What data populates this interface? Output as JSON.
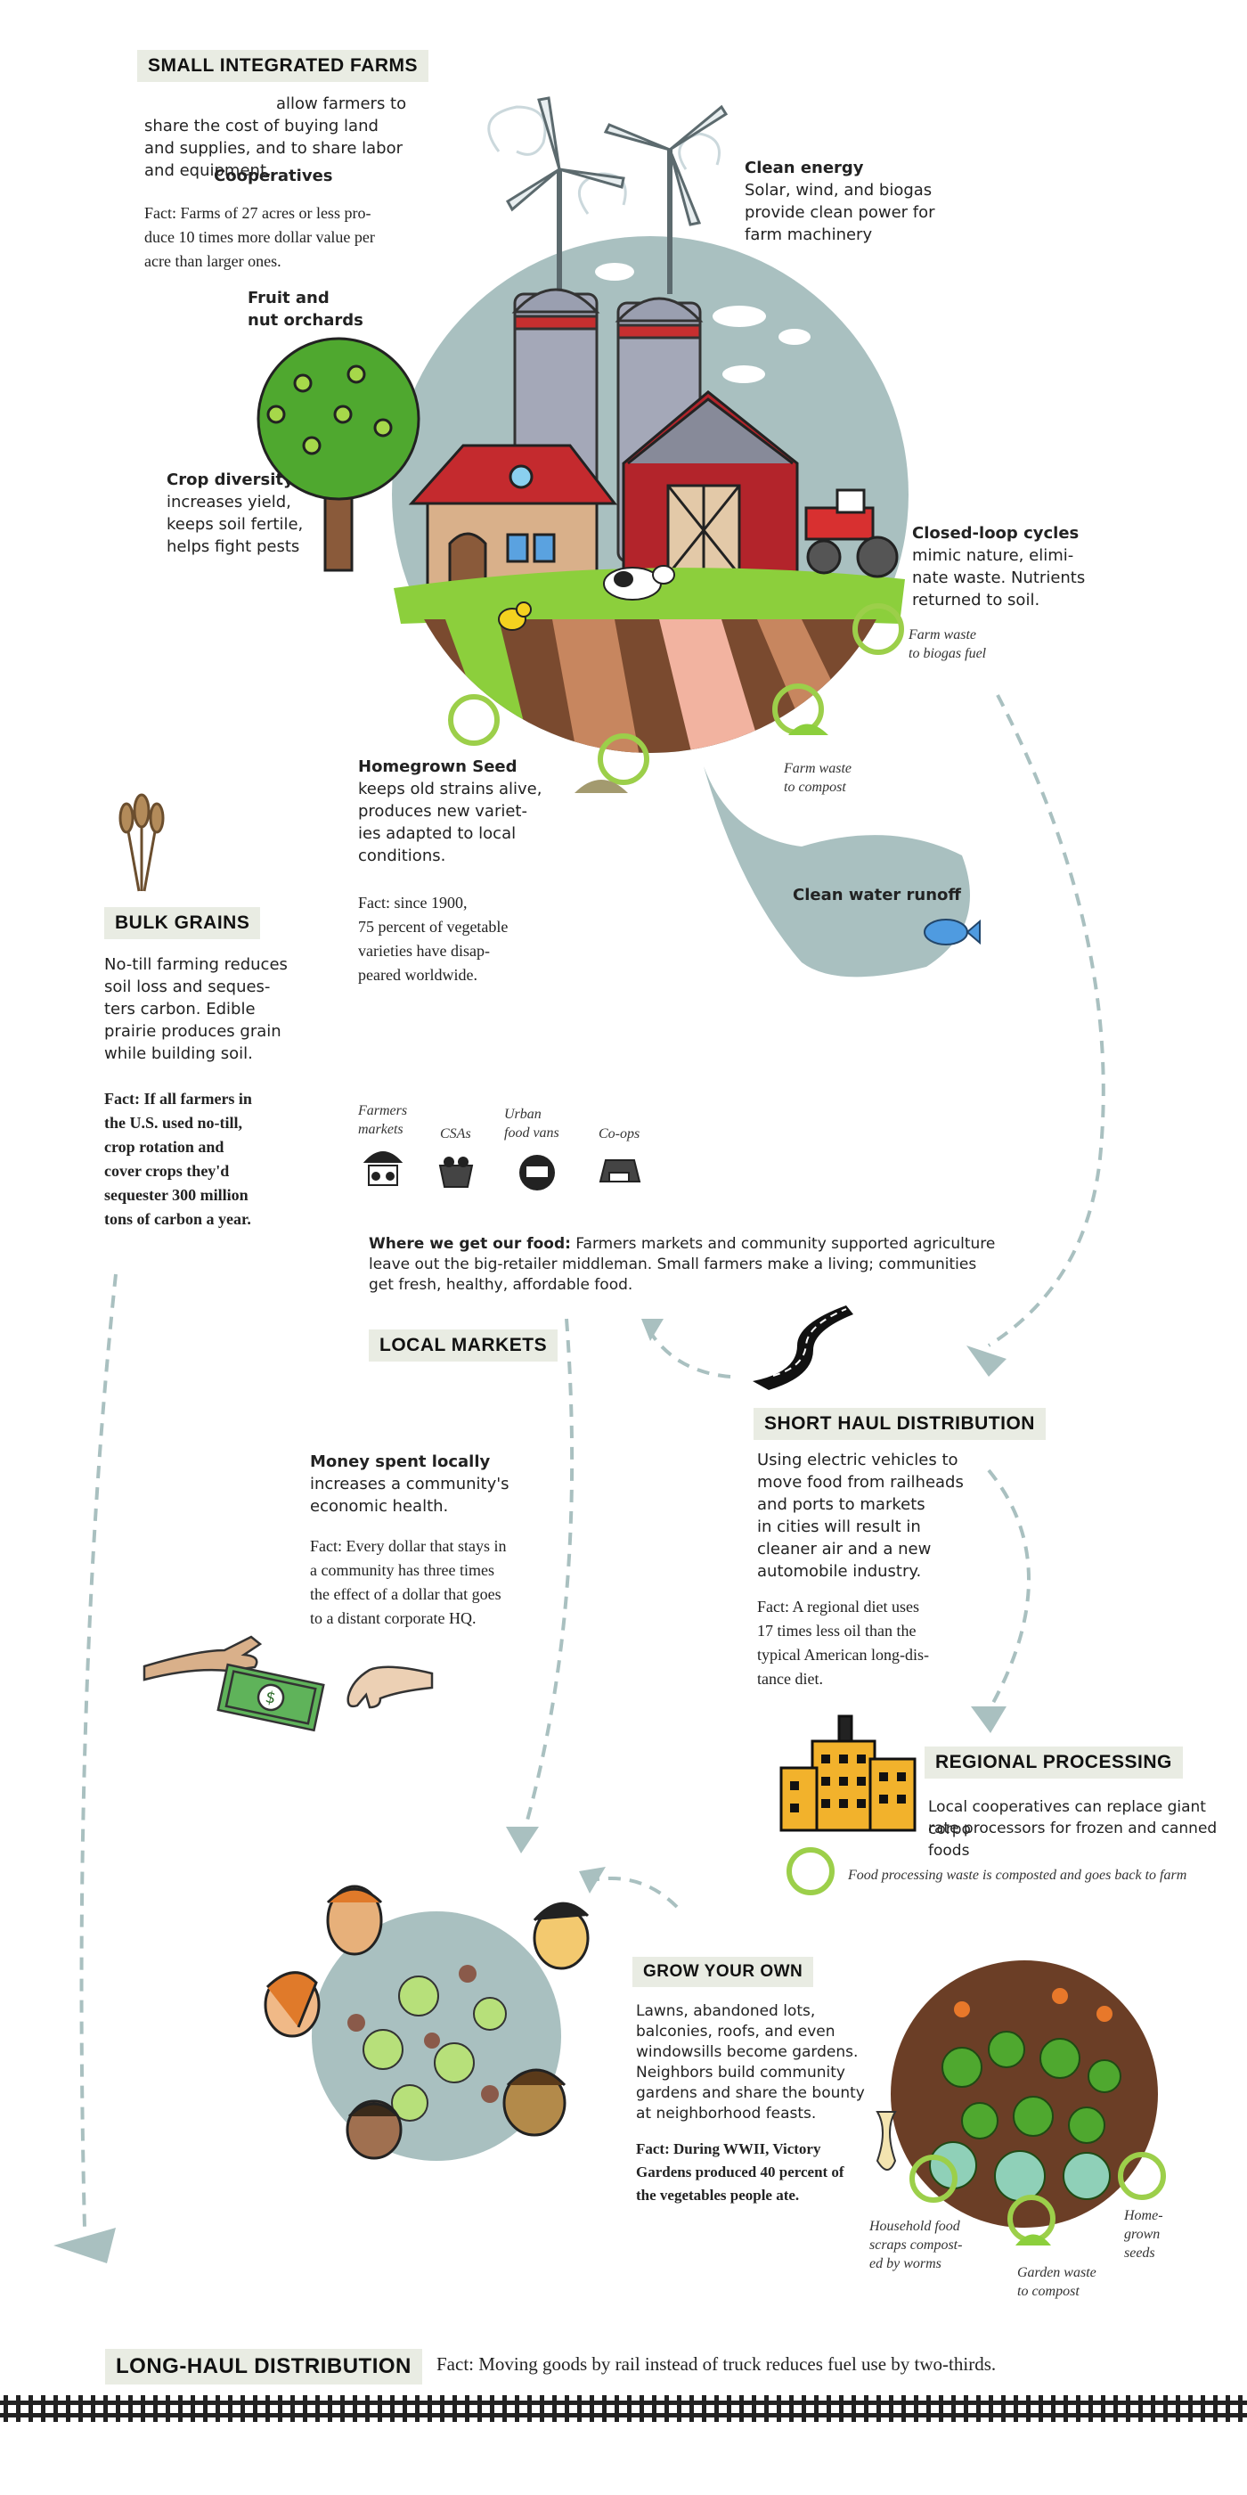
{
  "farms": {
    "title": "SMALL INTEGRATED FARMS",
    "cooperatives_label": "Cooperatives",
    "coop_lines": [
      "allow farmers to",
      "share the cost of buying land",
      "and supplies, and to share labor",
      "and equipment."
    ],
    "fact_lines": [
      "Fact: Farms of 27 acres or less pro-",
      "duce 10 times more dollar value per",
      "acre than larger ones."
    ],
    "orchards_lines": [
      "Fruit and",
      "nut orchards"
    ],
    "crop_title": "Crop diversity",
    "crop_lines": [
      "increases yield,",
      "keeps soil fertile,",
      "helps fight pests"
    ],
    "energy_title": "Clean energy",
    "energy_lines": [
      "Solar, wind, and biogas",
      "provide clean power for",
      "farm machinery"
    ],
    "loop_title": "Closed-loop cycles",
    "loop_lines": [
      "mimic nature, elimi-",
      "nate waste. Nutrients",
      "returned to soil."
    ],
    "biogas_caption": [
      "Farm waste",
      "to biogas fuel"
    ],
    "compost_caption": [
      "Farm waste",
      "to compost"
    ],
    "seed_title": "Homegrown Seed",
    "seed_lines": [
      "keeps old strains alive,",
      "produces new variet-",
      "ies adapted to local",
      "conditions."
    ],
    "seed_fact_lines": [
      "Fact: since 1900,",
      "75 percent of vegetable",
      "varieties have disap-",
      "peared worldwide."
    ],
    "water_label": "Clean water runoff"
  },
  "grains": {
    "title": "BULK GRAINS",
    "lines": [
      "No-till farming reduces",
      "soil loss and seques-",
      "ters carbon. Edible",
      "prairie produces grain",
      "while building soil."
    ],
    "fact_lines": [
      "Fact: If all farmers in",
      "the U.S. used no-till,",
      "crop rotation and",
      "cover crops they'd",
      "sequester 300 million",
      "tons of carbon a year."
    ]
  },
  "outlets": {
    "items": [
      {
        "label": [
          "Farmers",
          "markets"
        ],
        "icon": "umbrella-stall-icon"
      },
      {
        "label": [
          "CSAs"
        ],
        "icon": "basket-icon"
      },
      {
        "label": [
          "Urban",
          "food vans"
        ],
        "icon": "van-icon"
      },
      {
        "label": [
          "Co-ops"
        ],
        "icon": "store-icon"
      }
    ],
    "where_bold": "Where we get our food:",
    "where_lines": [
      " Farmers markets and community supported agriculture",
      "leave out the big-retailer middleman. Small farmers make a living; communities",
      "get fresh, healthy, affordable food."
    ]
  },
  "local": {
    "title": "LOCAL MARKETS",
    "money_title": "Money spent locally",
    "money_lines": [
      "increases a community's",
      "economic health."
    ],
    "fact_lines": [
      "Fact: Every dollar that stays in",
      "a community has three times",
      "the effect of a dollar that goes",
      "to a distant corporate HQ."
    ]
  },
  "short_haul": {
    "title": "SHORT HAUL DISTRIBUTION",
    "lines": [
      "Using electric vehicles to",
      "move food from railheads",
      "and ports to markets",
      "in cities will result in",
      "cleaner air and a new",
      "automobile industry."
    ],
    "fact_lines": [
      "Fact: A regional diet uses",
      "17 times less oil than the",
      "typical American long-dis-",
      "tance diet."
    ]
  },
  "regional": {
    "title": "REGIONAL PROCESSING",
    "lines": [
      "Local cooperatives can replace giant corpo",
      "rate processors for frozen and canned foods"
    ],
    "caption": "Food processing waste is composted and goes back to farm"
  },
  "grow": {
    "title": "GROW YOUR OWN",
    "lines": [
      "Lawns, abandoned lots,",
      "balconies, roofs, and even",
      "windowsills become gardens.",
      "Neighbors build community",
      "gardens and share the bounty",
      "at neighborhood feasts."
    ],
    "fact_lines": [
      "Fact: During WWII, Victory",
      "Gardens produced 40 percent of",
      "the vegetables people ate."
    ],
    "scraps_caption": [
      "Household food",
      "scraps compost-",
      "ed by worms"
    ],
    "garden_caption": [
      "Garden waste",
      "to compost"
    ],
    "seeds_caption": [
      "Home-",
      "grown",
      "seeds"
    ]
  },
  "long_haul": {
    "title": "LONG-HAUL DISTRIBUTION",
    "fact": "Fact: Moving goods by rail instead of truck reduces fuel use by two-thirds."
  },
  "colors": {
    "accent": "#a7bdbd",
    "label_bg": "#e9ece3",
    "barn": "#b3242b",
    "grass": "#8ccf3c",
    "soil": "#7a4a2f"
  }
}
